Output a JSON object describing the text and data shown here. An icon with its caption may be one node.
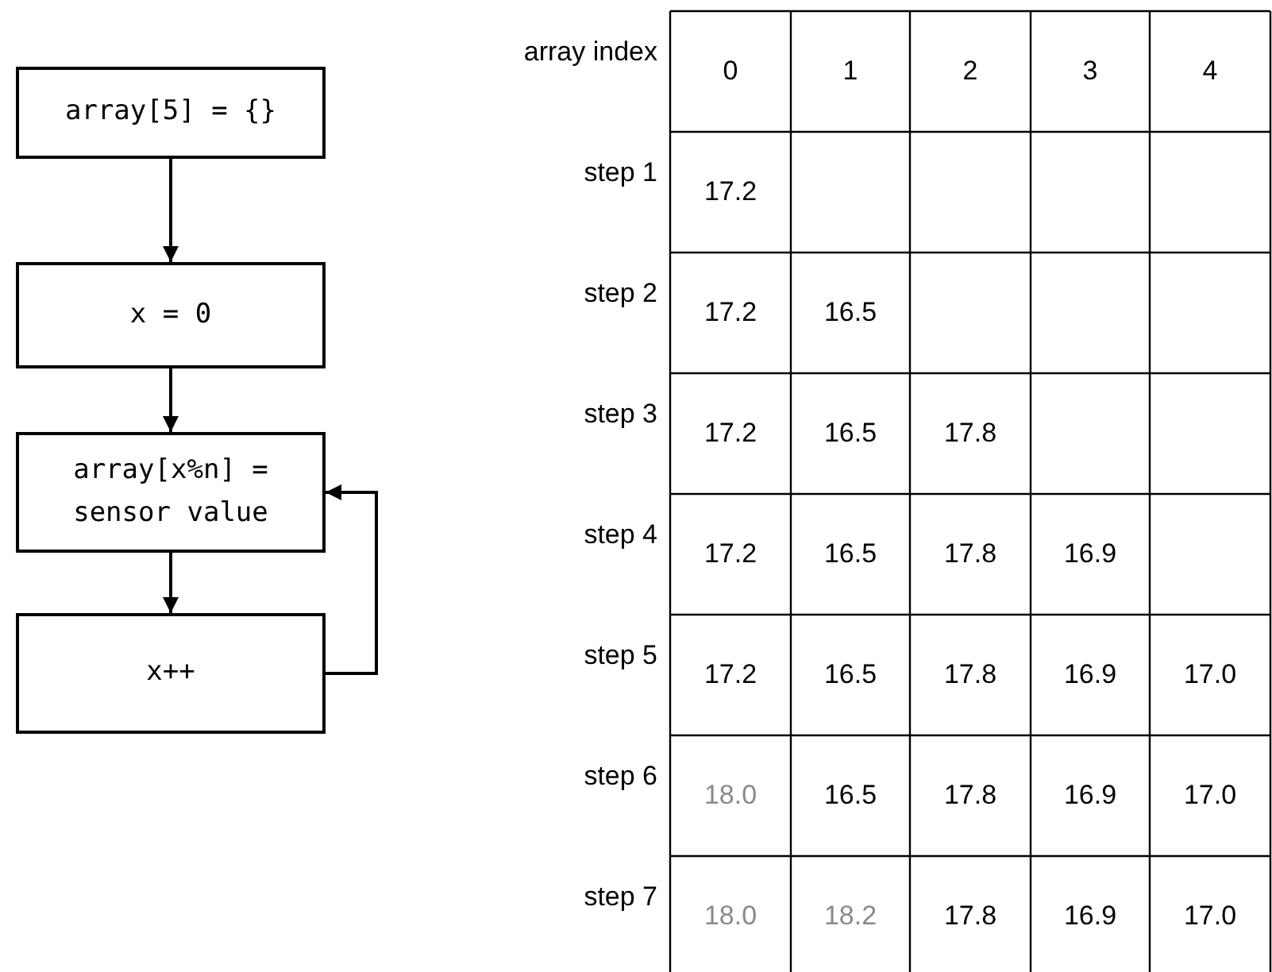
{
  "diagram": {
    "nodes": [
      {
        "text": [
          "array[5] = {}"
        ]
      },
      {
        "text": [
          "x = 0"
        ]
      },
      {
        "text": [
          "array[x%n] = sensor value"
        ]
      },
      {
        "text": [
          "x++"
        ]
      }
    ],
    "edges": [
      {
        "from": 0,
        "to": 1,
        "arrow": "to"
      },
      {
        "from": 1,
        "to": 2,
        "arrow": "to"
      },
      {
        "from": 2,
        "to": 3,
        "arrow": "to"
      },
      {
        "from": 3,
        "to": 2,
        "arrow": "to"
      }
    ],
    "labels": [
      "array index",
      "0",
      "1",
      "2",
      "3",
      "4",
      "step 1",
      "17.2",
      "step 2",
      "17.2",
      "16.5",
      "step 3",
      "17.2",
      "16.5",
      "17.8",
      "step 4",
      "17.2",
      "16.5",
      "17.8",
      "16.9",
      "step 5",
      "17.2",
      "16.5",
      "17.8",
      "16.9",
      "17.0",
      "step 6",
      "18.0",
      "16.5",
      "17.8",
      "16.9",
      "17.0",
      "step 7",
      "18.0",
      "18.2",
      "17.8",
      "16.9",
      "17.0"
    ]
  }
}
